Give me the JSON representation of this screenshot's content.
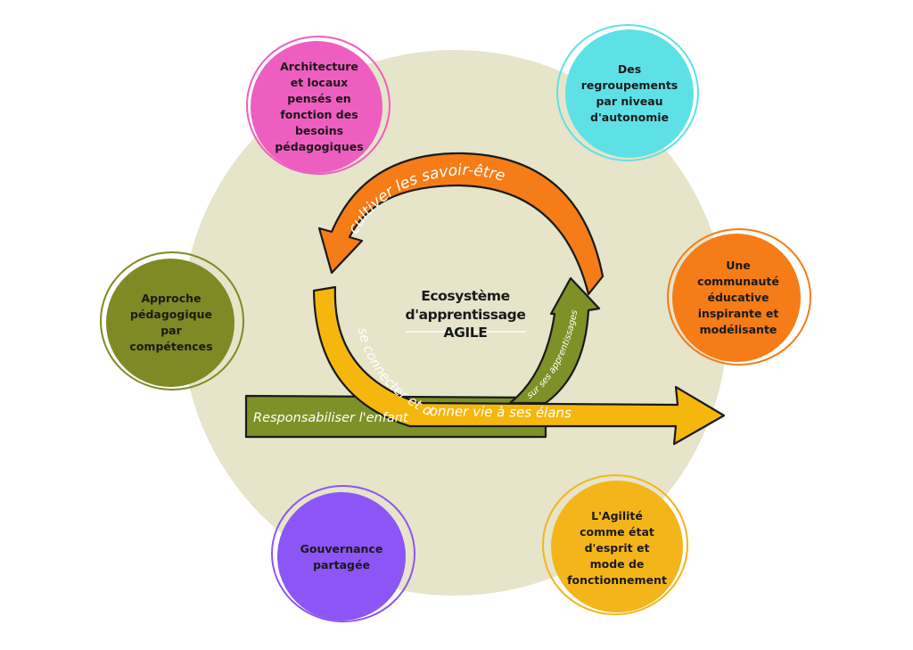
{
  "center": {
    "line1": "Ecosystème",
    "line2": "d'apprentissage",
    "line3": "AGILE"
  },
  "arrows": {
    "top": "cultiver les savoir-être",
    "bottom_yellow": "se connecter et donner vie à ses élans",
    "right_small": "sur ses apprentissages",
    "green_left": "Responsabiliser l'enfant"
  },
  "nodes": [
    {
      "id": "architecture",
      "label": "Architecture et locaux pensés en fonction des besoins pédagogiques",
      "color": "#ee5ec0"
    },
    {
      "id": "regroupements",
      "label": "Des regroupements par niveau d'autonomie",
      "color": "#5ee1e6"
    },
    {
      "id": "communaute",
      "label": "Une communauté éducative inspirante et modélisante",
      "color": "#f57c17"
    },
    {
      "id": "agilite",
      "label": "L'Agilité comme état d'esprit et mode de fonctionnement",
      "color": "#f4b51a"
    },
    {
      "id": "gouvernance",
      "label": "Gouvernance partagée",
      "color": "#8c55f6"
    },
    {
      "id": "competences",
      "label": "Approche pédagogique par compétences",
      "color": "#7f8a24"
    }
  ],
  "colors": {
    "background_disc": "#e6e4c9",
    "orange_arrow": "#f57c17",
    "yellow_arrow": "#f5b70e",
    "green_arrow": "#7d9126",
    "outline": "#1a1a1a"
  }
}
